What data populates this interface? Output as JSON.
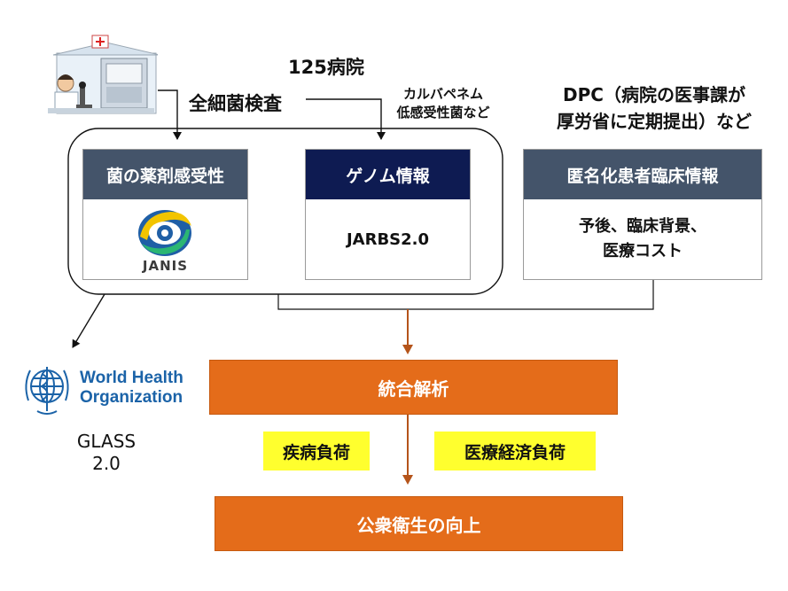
{
  "top": {
    "hospitals": "125病院",
    "wgs": "全細菌検査",
    "target_line1": "カルバペネム",
    "target_line2": "低感受性菌など",
    "dpc_line1": "DPC（病院の医事課が",
    "dpc_line2": "厚労省に定期提出）など"
  },
  "panels": {
    "susceptibility": {
      "title": "菌の薬剤感受性",
      "logo_text": "JANIS"
    },
    "genome": {
      "title": "ゲノム情報",
      "content": "JARBS2.0"
    },
    "clinical": {
      "title": "匿名化患者臨床情報",
      "line1": "予後、臨床背景、",
      "line2": "医療コスト"
    }
  },
  "who": {
    "name_line1": "World Health",
    "name_line2": "Organization",
    "glass_line1": "GLASS",
    "glass_line2": "2.0"
  },
  "analysis": {
    "integrated": "統合解析",
    "disease_burden": "疾病負荷",
    "economic_burden": "医療経済負荷",
    "outcome": "公衆衛生の向上"
  },
  "colors": {
    "header_gray": "#44546a",
    "header_navy": "#0e1b52",
    "orange": "#e46c1a",
    "yellow": "#ffff2e",
    "who_blue": "#1b63a8"
  }
}
